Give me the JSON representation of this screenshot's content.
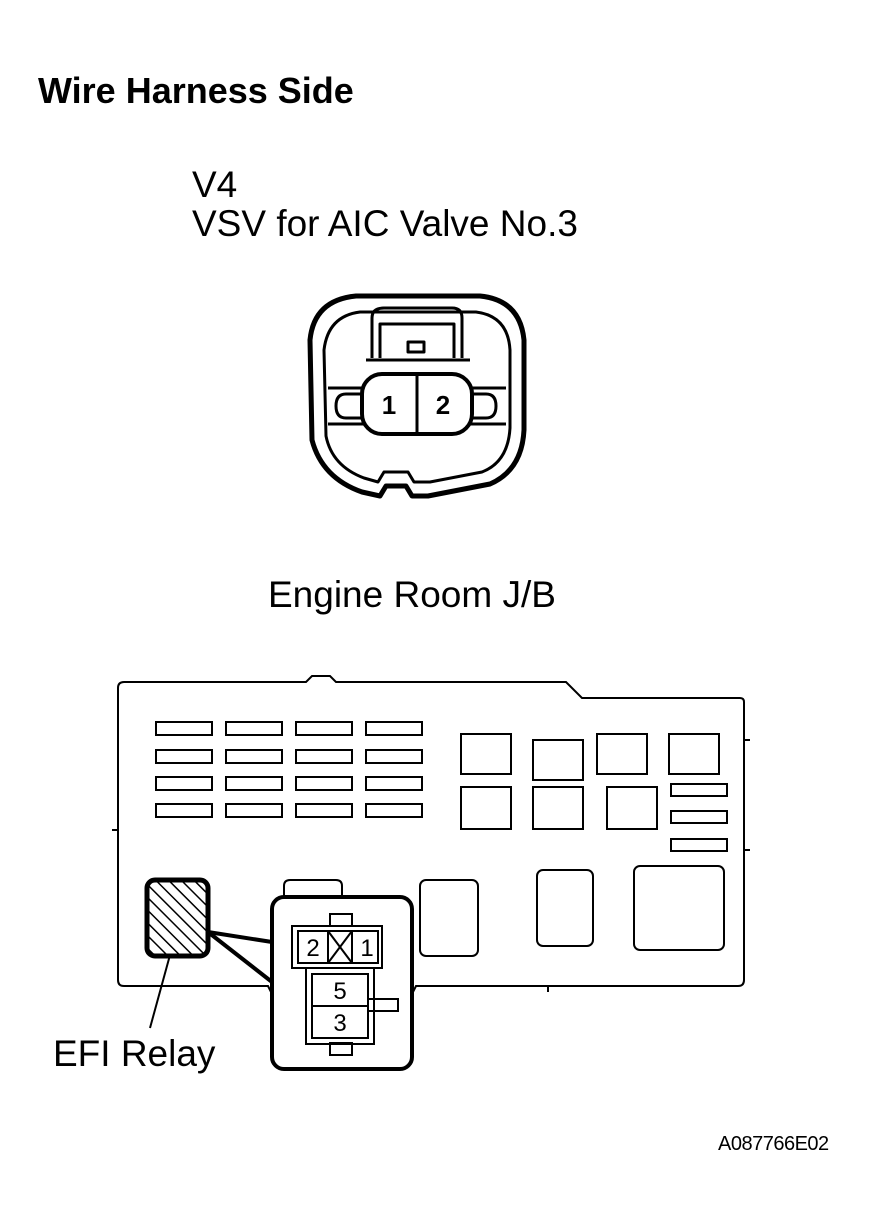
{
  "header": {
    "title": "Wire Harness Side"
  },
  "connector_v4": {
    "code": "V4",
    "name": "VSV for AIC Valve No.3",
    "pins": [
      "1",
      "2"
    ]
  },
  "junction_block": {
    "title": "Engine Room J/B",
    "relay_label": "EFI Relay",
    "relay_terminals": [
      "2",
      "1",
      "5",
      "3"
    ]
  },
  "footer": {
    "figure_id": "A087766E02"
  },
  "colors": {
    "line": "#000000",
    "background": "#ffffff"
  }
}
